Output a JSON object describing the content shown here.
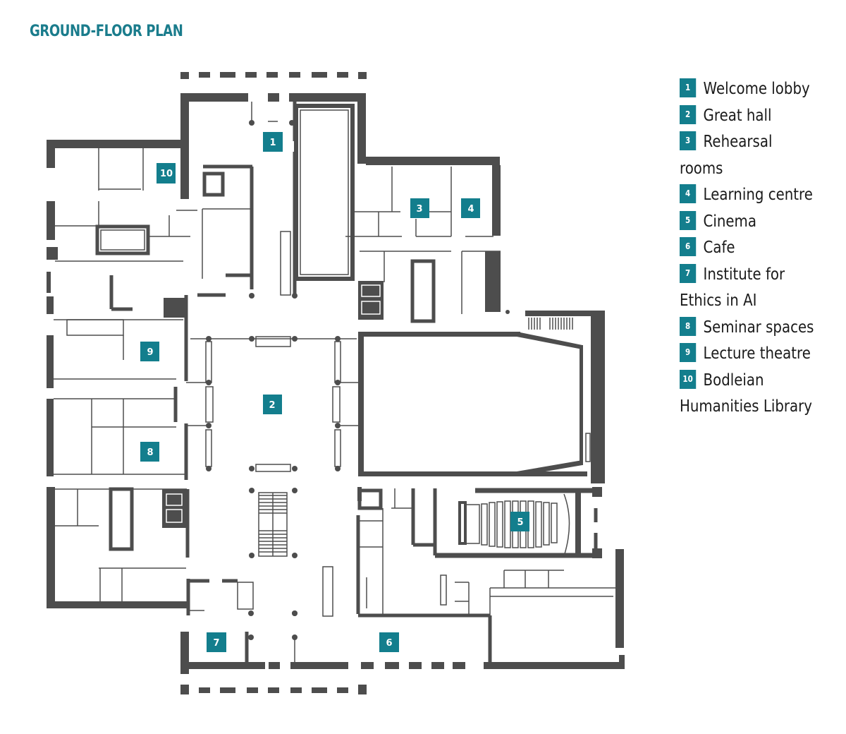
{
  "title": "GROUND-FLOOR PLAN",
  "colors": {
    "accent": "#137e8d",
    "walls": "#4d4d4d",
    "title": "#1a7c8c"
  },
  "legend": [
    {
      "number": "1",
      "label": "Welcome lobby"
    },
    {
      "number": "2",
      "label": "Great hall"
    },
    {
      "number": "3",
      "label": "Rehearsal rooms"
    },
    {
      "number": "4",
      "label": "Learning centre"
    },
    {
      "number": "5",
      "label": "Cinema"
    },
    {
      "number": "6",
      "label": "Cafe"
    },
    {
      "number": "7",
      "label": "Institute for Ethics in AI"
    },
    {
      "number": "8",
      "label": "Seminar spaces"
    },
    {
      "number": "9",
      "label": "Lecture theatre"
    },
    {
      "number": "10",
      "label": "Bodleian Humanities Library"
    }
  ],
  "markers": {
    "m1": "1",
    "m2": "2",
    "m3": "3",
    "m4": "4",
    "m5": "5",
    "m6": "6",
    "m7": "7",
    "m8": "8",
    "m9": "9",
    "m10": "10"
  }
}
